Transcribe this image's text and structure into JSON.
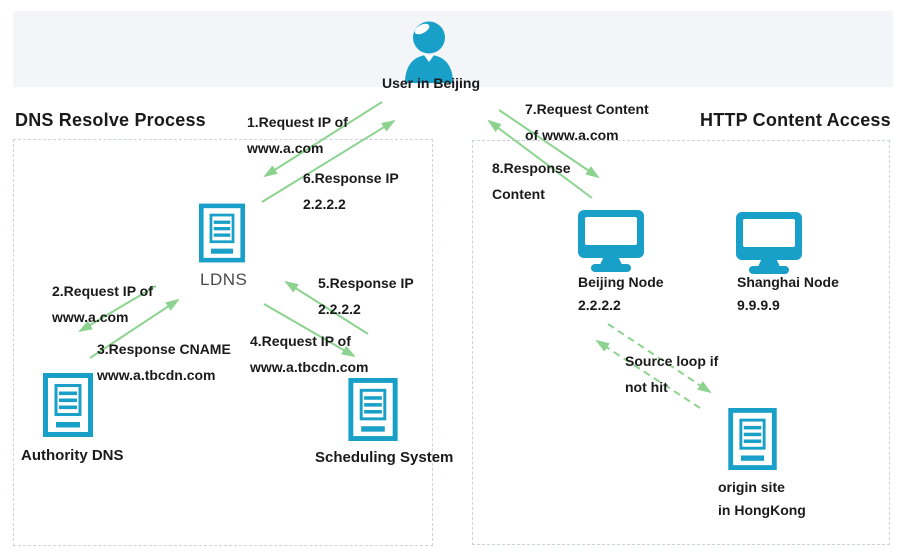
{
  "header": {
    "user_label": "User in Beijing"
  },
  "sections": {
    "dns": {
      "title": "DNS Resolve Process"
    },
    "http": {
      "title": "HTTP Content Access"
    }
  },
  "nodes": {
    "ldns": {
      "label": "LDNS"
    },
    "authority_dns": {
      "label": "Authority DNS"
    },
    "scheduling": {
      "label": "Scheduling System"
    },
    "beijing": {
      "name": "Beijing Node",
      "ip": "2.2.2.2"
    },
    "shanghai": {
      "name": "Shanghai Node",
      "ip": "9.9.9.9"
    },
    "origin": {
      "line1": "origin site",
      "line2": "in HongKong"
    }
  },
  "steps": {
    "s1": {
      "line1": "1.Request IP of",
      "line2": "www.a.com"
    },
    "s2": {
      "line1": "2.Request IP of",
      "line2": "www.a.com"
    },
    "s3": {
      "line1": "3.Response CNAME",
      "line2": "www.a.tbcdn.com"
    },
    "s4": {
      "line1": "4.Request IP of",
      "line2": "www.a.tbcdn.com"
    },
    "s5": {
      "line1": "5.Response IP",
      "line2": "2.2.2.2"
    },
    "s6": {
      "line1": "6.Response IP",
      "line2": "2.2.2.2"
    },
    "s7": {
      "line1": "7.Request Content",
      "line2": "of www.a.com"
    },
    "s8": {
      "line1": "8.Response",
      "line2": "Content"
    },
    "loop": {
      "line1": "Source loop if",
      "line2": "not hit"
    }
  },
  "colors": {
    "icon_teal": "#18A0C8",
    "arrow_green": "#8CD38F",
    "band_bg": "#F4F5F9",
    "box_border": "#CBD3DC",
    "text": "#1A1A1A"
  }
}
